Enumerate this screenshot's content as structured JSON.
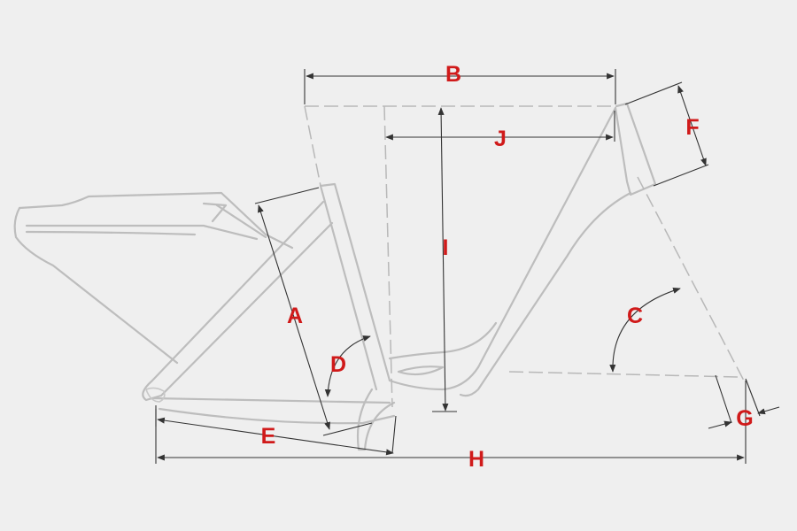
{
  "diagram": {
    "labels": {
      "A": "A",
      "B": "B",
      "C": "C",
      "D": "D",
      "E": "E",
      "F": "F",
      "G": "G",
      "H": "H",
      "I": "I",
      "J": "J"
    },
    "colors": {
      "background": "#efefef",
      "frame": "#bdbdbd",
      "dimension_line": "#333333",
      "label": "#d01a1a"
    }
  }
}
